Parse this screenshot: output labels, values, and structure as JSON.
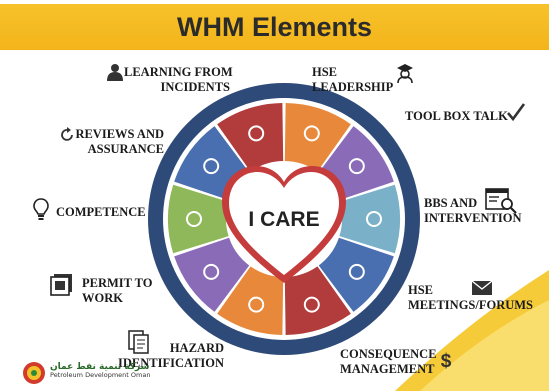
{
  "title": "WHM Elements",
  "center_label": "I CARE",
  "elements": [
    {
      "label_lines": [
        "LEARNING FROM",
        "INCIDENTS"
      ],
      "icon": "person-icon"
    },
    {
      "label_lines": [
        "HSE",
        "LEADERSHIP"
      ],
      "icon": "graduate-icon"
    },
    {
      "label_lines": [
        "TOOL BOX TALK"
      ],
      "icon": "checkmark-icon"
    },
    {
      "label_lines": [
        "BBS AND",
        "INTERVENTION"
      ],
      "icon": "document-search-icon"
    },
    {
      "label_lines": [
        "HSE",
        "MEETINGS/FORUMS"
      ],
      "icon": "envelope-icon"
    },
    {
      "label_lines": [
        "CONSEQUENCE",
        "MANAGEMENT"
      ],
      "icon": "dollar-icon"
    },
    {
      "label_lines": [
        "HAZARD",
        "IDENTIFICATION"
      ],
      "icon": "documents-icon"
    },
    {
      "label_lines": [
        "PERMIT TO",
        "WORK"
      ],
      "icon": "permit-icon"
    },
    {
      "label_lines": [
        "COMPETENCE"
      ],
      "icon": "lightbulb-icon"
    },
    {
      "label_lines": [
        "REVIEWS AND",
        "ASSURANCE"
      ],
      "icon": "refresh-icon"
    }
  ],
  "wheel_colors": [
    "#b23b3b",
    "#e8883a",
    "#8a6bb8",
    "#7ab0c8",
    "#4a6fb0",
    "#b23b3b",
    "#e8883a",
    "#8a6bb8",
    "#8fb85a",
    "#4a6fb0"
  ],
  "footer": {
    "arabic_name": "شركة تنمية نفط عمان",
    "company": "Petroleum Development Oman"
  }
}
